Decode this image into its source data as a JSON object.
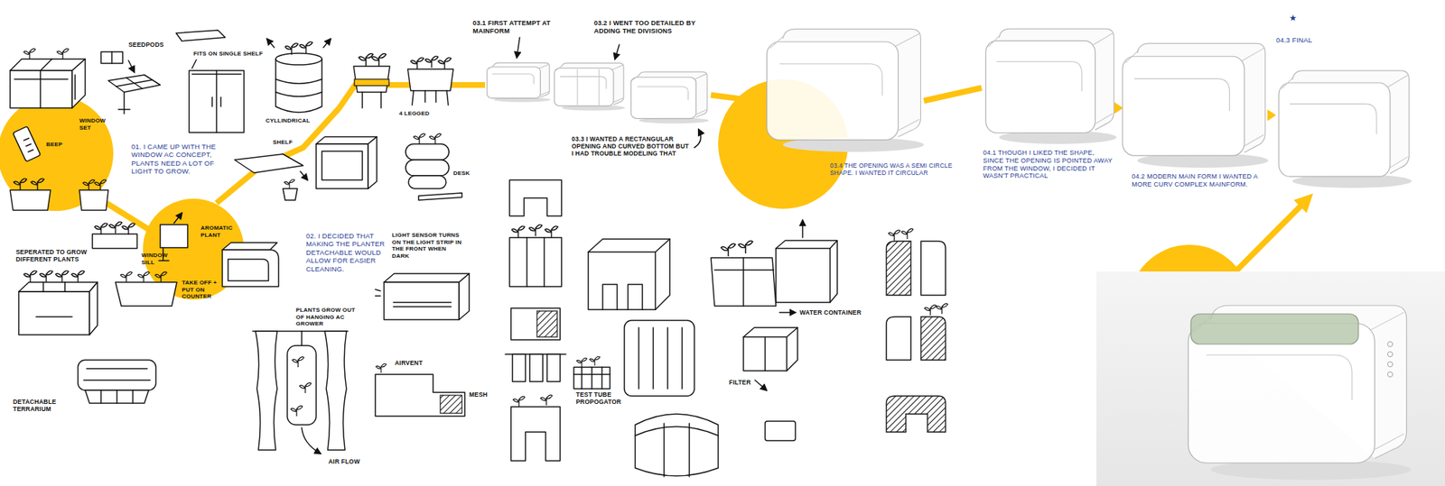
{
  "diagram": {
    "labels": [
      "SEEDPODS",
      "FITS ON SINGLE SHELF",
      "WINDOW SET",
      "BEEP",
      "01. I CAME UP WITH THE WINDOW AC CONCEPT, PLANTS NEED A LOT OF LIGHT TO GROW.",
      "CYLLINDRICAL",
      "SHELF",
      "4 LEGGED",
      "DESK",
      "AROMATIC PLANT",
      "WINDOW SILL",
      "TAKE OFF + PUT ON COUNTER",
      "SEPERATED TO GROW DIFFERENT PLANTS",
      "02. I DECIDED THAT MAKING THE PLANTER DETACHABLE WOULD ALLOW FOR EASIER CLEANING.",
      "LIGHT SENSOR TURNS ON THE LIGHT STRIP IN THE FRONT WHEN DARK",
      "PLANTS GROW OUT OF HANGING AC GROWER",
      "AIRVENT",
      "MESH",
      "AIR FLOW",
      "DETACHABLE TERRARIUM",
      "03.1 FIRST ATTEMPT AT MAINFORM",
      "03.2 I WENT TOO DETAILED BY ADDING THE DIVISIONS",
      "03.3 I WANTED A RECTANGULAR OPENING AND CURVED BOTTOM BUT I HAD TROUBLE MODELING THAT",
      "03.4 THE OPENING WAS A SEMI CIRCLE SHAPE. I WANTED IT CIRCULAR",
      "04.1 THOUGH I LIKED THE SHAPE, SINCE THE OPENING IS POINTED AWAY FROM THE WINDOW, I DECIDED IT WASN'T PRACTICAL",
      "04.2 MODERN MAIN FORM I WANTED A MORE CURV COMPLEX MAINFORM.",
      "★",
      "04.3 FINAL",
      "WATER CONTAINER",
      "TEST TUBE PROPOGATOR",
      "FILTER"
    ]
  }
}
